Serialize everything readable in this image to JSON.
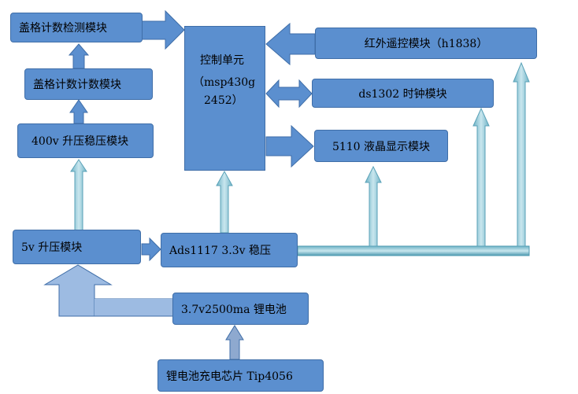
{
  "colors": {
    "box_fill": "#5b8fcf",
    "box_border": "#3f6ea8",
    "arrow_fill": "#5b8fcf",
    "vertical_arrow_fill": "#8fc7d6"
  },
  "modules": {
    "cover_detect": "盖格计数检测模块",
    "cover_count": "盖格计数计数模块",
    "boost_400v": "400v 升压稳压模块",
    "boost_5v": "5v 升压模块",
    "ldo": "Ads1117 3.3v 稳压",
    "battery": "3.7v2500ma 锂电池",
    "charger": "锂电池充电芯片 Tip4056",
    "ir_remote": "红外遥控模块（h1838）",
    "rtc": "ds1302 时钟模块",
    "display": "5110 液晶显示模块"
  },
  "control_unit": {
    "line1": "控制单元",
    "line2": "（msp430g",
    "line3": "2452）"
  }
}
